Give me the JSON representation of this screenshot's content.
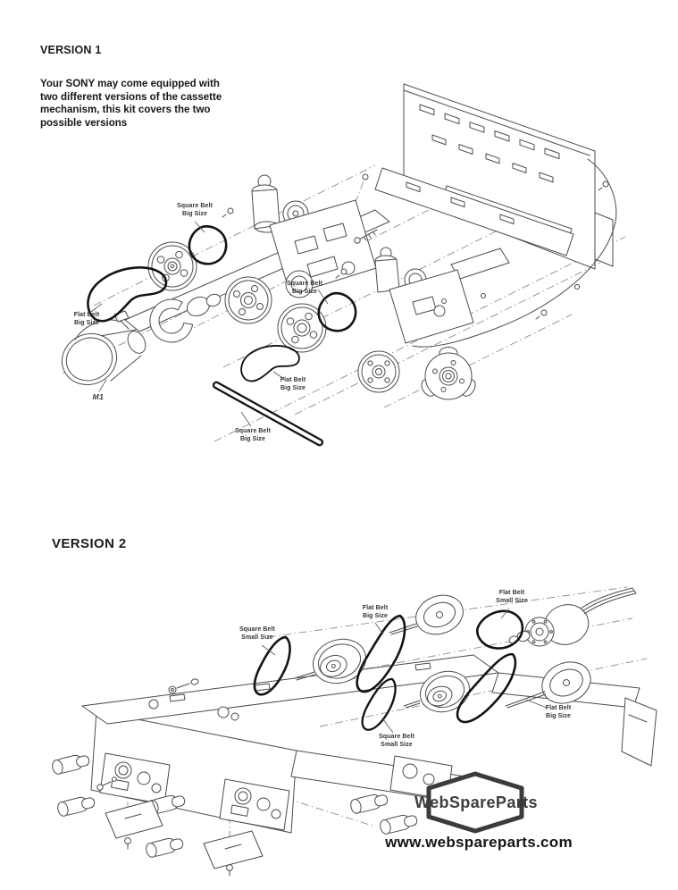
{
  "page": {
    "background": "#ffffff",
    "ink": "#1b1b1b",
    "drawing_line_color": "#4c4c4c",
    "belt_color": "#141414"
  },
  "version1": {
    "heading": "VERSION 1",
    "intro": "Your SONY may come equipped with\ntwo different versions of the cassette\nmechanism, this kit covers the two\npossible versions",
    "labels": {
      "upper_square_belt": "Square Belt\nBig Size",
      "mid_square_belt": "Square Belt\nBig Size",
      "flat_belt_left": "Flat Belt\nBig Size",
      "motor": "M1",
      "flat_belt_mid": "Flat Belt\nBig Size",
      "bottom_square_belt": "Square Belt\nBig Size"
    }
  },
  "version2": {
    "heading": "VERSION 2",
    "labels": {
      "square_belt_small_left": "Square Belt\nSmall Size",
      "flat_belt_big_left": "Flat Belt\nBig Size",
      "flat_belt_small": "Flat Belt\nSmall Size",
      "flat_belt_big_right": "Flat Belt\nBig Size",
      "square_belt_small_bottom": "Square Belt\nSmall Size"
    }
  },
  "footer": {
    "brand": "WebSpareParts",
    "website": "www.webspareparts.com"
  }
}
